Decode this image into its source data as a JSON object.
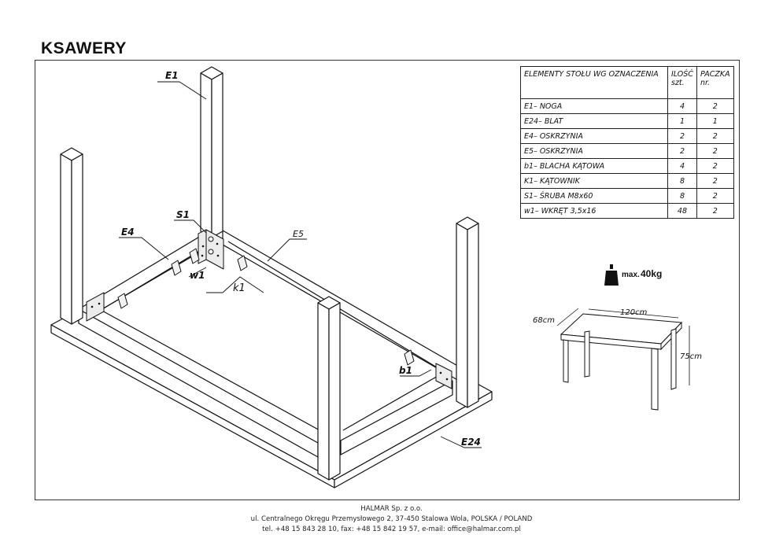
{
  "title": "KSAWERY",
  "labels": {
    "e1": "E1",
    "e4": "E4",
    "e5": "E5",
    "s1": "S1",
    "w1": "w1",
    "k1": "k1",
    "b1": "b1",
    "e24": "E24"
  },
  "parts_table": {
    "header": {
      "name": "ELEMENTY STOŁU WG OZNACZENIA",
      "qty_line1": "ILOŚĆ",
      "qty_line2": "szt.",
      "pack_line1": "PACZKA",
      "pack_line2": "nr."
    },
    "rows": [
      {
        "name": "E1–  NOGA",
        "qty": "4",
        "pack": "2"
      },
      {
        "name": "E24–  BLAT",
        "qty": "1",
        "pack": "1"
      },
      {
        "name": "E4–  OSKRZYNIA",
        "qty": "2",
        "pack": "2"
      },
      {
        "name": "E5–  OSKRZYNIA",
        "qty": "2",
        "pack": "2"
      },
      {
        "name": "b1–  BLACHA KĄTOWA",
        "qty": "4",
        "pack": "2"
      },
      {
        "name": "K1–  KĄTOWNIK",
        "qty": "8",
        "pack": "2"
      },
      {
        "name": "S1–  ŚRUBA  M8x60",
        "qty": "8",
        "pack": "2"
      },
      {
        "name": "w1–  WKRĘT  3,5x16",
        "qty": "48",
        "pack": "2"
      }
    ]
  },
  "max_load": {
    "prefix": "max.",
    "value": "40kg",
    "icon": "weight-icon"
  },
  "dimensions": {
    "width": "120cm",
    "depth": "68cm",
    "height": "75cm"
  },
  "footer": {
    "company": "HALMAR Sp. z o.o.",
    "address": "ul. Centralnego Okręgu Przemysłowego 2, 37-450 Stalowa Wola, POLSKA / POLAND",
    "contact": "tel. +48 15 843 28 10, fax: +48 15 842 19 57, e-mail: office@halmar.com.pl"
  }
}
